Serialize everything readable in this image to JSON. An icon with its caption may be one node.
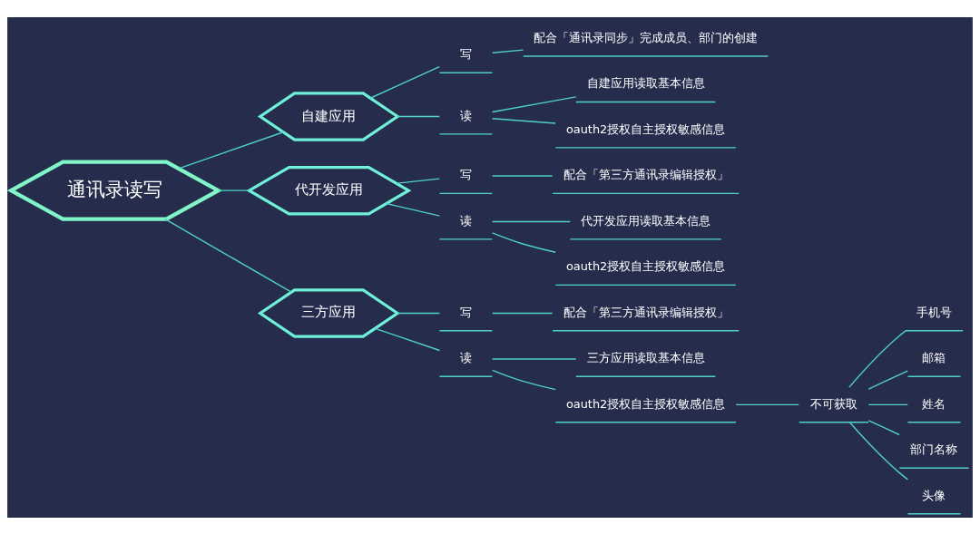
{
  "diagram": {
    "nodes": [
      {
        "text": [
          "通讯录读写"
        ]
      },
      {
        "text": [
          "自建应用"
        ]
      },
      {
        "text": [
          "写"
        ]
      },
      {
        "text": [
          "配合「通讯录同步」完成成员、部门的创建"
        ]
      },
      {
        "text": [
          "读"
        ]
      },
      {
        "text": [
          "自建应用读取基本信息"
        ]
      },
      {
        "text": [
          "oauth2授权自主授权敏感信息"
        ]
      },
      {
        "text": [
          "代开发应用"
        ]
      },
      {
        "text": [
          "写"
        ]
      },
      {
        "text": [
          "配合「第三方通讯录编辑授权」"
        ]
      },
      {
        "text": [
          "读"
        ]
      },
      {
        "text": [
          "代开发应用读取基本信息"
        ]
      },
      {
        "text": [
          "oauth2授权自主授权敏感信息"
        ]
      },
      {
        "text": [
          "三方应用"
        ]
      },
      {
        "text": [
          "写"
        ]
      },
      {
        "text": [
          "配合「第三方通讯录编辑授权」"
        ]
      },
      {
        "text": [
          "读"
        ]
      },
      {
        "text": [
          "三方应用读取基本信息"
        ]
      },
      {
        "text": [
          "oauth2授权自主授权敏感信息"
        ]
      },
      {
        "text": [
          "不可获取"
        ]
      },
      {
        "text": [
          "手机号"
        ]
      },
      {
        "text": [
          "邮箱"
        ]
      },
      {
        "text": [
          "姓名"
        ]
      },
      {
        "text": [
          "部门名称"
        ]
      },
      {
        "text": [
          "头像"
        ]
      }
    ],
    "edges": [
      {
        "from": 0,
        "to": 1,
        "arrow": "none"
      },
      {
        "from": 1,
        "to": 2,
        "arrow": "none"
      },
      {
        "from": 2,
        "to": 3,
        "arrow": "none"
      },
      {
        "from": 1,
        "to": 4,
        "arrow": "none"
      },
      {
        "from": 4,
        "to": 5,
        "arrow": "none"
      },
      {
        "from": 4,
        "to": 6,
        "arrow": "none"
      },
      {
        "from": 0,
        "to": 7,
        "arrow": "none"
      },
      {
        "from": 7,
        "to": 8,
        "arrow": "none"
      },
      {
        "from": 8,
        "to": 9,
        "arrow": "none"
      },
      {
        "from": 7,
        "to": 10,
        "arrow": "none"
      },
      {
        "from": 10,
        "to": 11,
        "arrow": "none"
      },
      {
        "from": 10,
        "to": 12,
        "arrow": "none"
      },
      {
        "from": 0,
        "to": 13,
        "arrow": "none"
      },
      {
        "from": 13,
        "to": 14,
        "arrow": "none"
      },
      {
        "from": 14,
        "to": 15,
        "arrow": "none"
      },
      {
        "from": 13,
        "to": 16,
        "arrow": "none"
      },
      {
        "from": 16,
        "to": 17,
        "arrow": "none"
      },
      {
        "from": 16,
        "to": 18,
        "arrow": "none"
      },
      {
        "from": 18,
        "to": 19,
        "arrow": "none"
      },
      {
        "from": 19,
        "to": 20,
        "arrow": "none"
      },
      {
        "from": 19,
        "to": 21,
        "arrow": "none"
      },
      {
        "from": 19,
        "to": 22,
        "arrow": "none"
      },
      {
        "from": 19,
        "to": 23,
        "arrow": "none"
      },
      {
        "from": 19,
        "to": 24,
        "arrow": "none"
      }
    ]
  }
}
